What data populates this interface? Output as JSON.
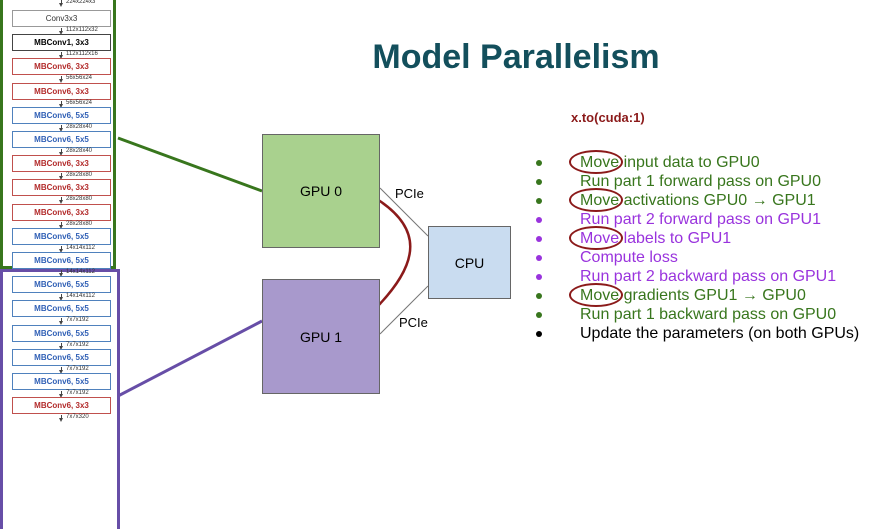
{
  "title": "Model Parallelism",
  "colors": {
    "green": "#38761d",
    "purple": "#9933dd",
    "black": "#000000",
    "teal_title": "#134f5c",
    "gpu0_fill": "#a9d18e",
    "gpu1_fill": "#a899cc",
    "cpu_fill": "#c9dcf0",
    "accent_red": "#8b1a1a",
    "arch_green_border": "#38761d",
    "arch_purple_border": "#674ea7"
  },
  "architecture": {
    "input_dim": "224x224x3",
    "blocks": [
      {
        "label": "Conv3x3",
        "style": "plain",
        "dim": "112x112x32"
      },
      {
        "label": "MBConv1, 3x3",
        "style": "black",
        "dim": "112x112x16"
      },
      {
        "label": "MBConv6, 3x3",
        "style": "red",
        "dim": "56x56x24"
      },
      {
        "label": "MBConv6, 3x3",
        "style": "red",
        "dim": "56x56x24"
      },
      {
        "label": "MBConv6, 5x5",
        "style": "blue",
        "dim": "28x28x40"
      },
      {
        "label": "MBConv6, 5x5",
        "style": "blue",
        "dim": "28x28x40"
      },
      {
        "label": "MBConv6, 3x3",
        "style": "red",
        "dim": "28x28x80"
      },
      {
        "label": "MBConv6, 3x3",
        "style": "red",
        "dim": "28x28x80"
      },
      {
        "label": "MBConv6, 3x3",
        "style": "red",
        "dim": "28x28x80"
      },
      {
        "label": "MBConv6, 5x5",
        "style": "blue",
        "dim": "14x14x112"
      },
      {
        "label": "MBConv6, 5x5",
        "style": "blue",
        "dim": "14x14x112"
      },
      {
        "label": "MBConv6, 5x5",
        "style": "blue",
        "dim": "14x14x112"
      },
      {
        "label": "MBConv6, 5x5",
        "style": "blue",
        "dim": "7x7x192"
      },
      {
        "label": "MBConv6, 5x5",
        "style": "blue",
        "dim": "7x7x192"
      },
      {
        "label": "MBConv6, 5x5",
        "style": "blue",
        "dim": "7x7x192"
      },
      {
        "label": "MBConv6, 5x5",
        "style": "blue",
        "dim": "7x7x192"
      },
      {
        "label": "MBConv6, 3x3",
        "style": "red",
        "dim": "7x7x320"
      }
    ]
  },
  "diagram": {
    "gpu0": "GPU 0",
    "gpu1": "GPU 1",
    "cpu": "CPU",
    "link_top": "PCIe",
    "link_bottom": "PCIe"
  },
  "code_line": "x.to(cuda:1)",
  "steps": [
    {
      "text": "Move input data to GPU0",
      "color": "green",
      "circled": true
    },
    {
      "text": "Run part 1 forward pass on GPU0",
      "color": "green",
      "circled": false
    },
    {
      "text": "Move activations GPU0 → GPU1",
      "color": "green",
      "circled": true
    },
    {
      "text": "Run part 2 forward pass on GPU1",
      "color": "purple",
      "circled": false
    },
    {
      "text": "Move labels to GPU1",
      "color": "purple",
      "circled": true
    },
    {
      "text": "Compute loss",
      "color": "purple",
      "circled": false
    },
    {
      "text": "Run part 2 backward pass on GPU1",
      "color": "purple",
      "circled": false
    },
    {
      "text": "Move gradients GPU1 → GPU0",
      "color": "green",
      "circled": true
    },
    {
      "text": "Run part 1 backward pass on GPU0",
      "color": "green",
      "circled": false
    },
    {
      "text": "Update the parameters (on both GPUs)",
      "color": "black",
      "circled": false
    }
  ]
}
